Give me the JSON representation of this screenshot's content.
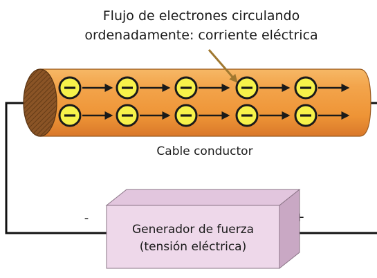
{
  "title": {
    "line1": "Flujo de electrones circulando",
    "line2": "ordenadamente: corriente eléctrica"
  },
  "cable_label": "Cable conductor",
  "generator": {
    "line1": "Generador de fuerza",
    "line2": "(tensión eléctrica)"
  },
  "terminals": {
    "negative": "-",
    "positive": "+"
  },
  "electrons": {
    "rows": 2,
    "per_row": 5,
    "symbol": "minus-sign",
    "direction": "right"
  },
  "colors": {
    "cable_body": "#f0a04a",
    "cable_end": "#7a4a22",
    "electron_fill": "#f7f24a",
    "generator_face": "#eed8ea",
    "pointer_arrow": "#a07830",
    "wire": "#111111"
  }
}
